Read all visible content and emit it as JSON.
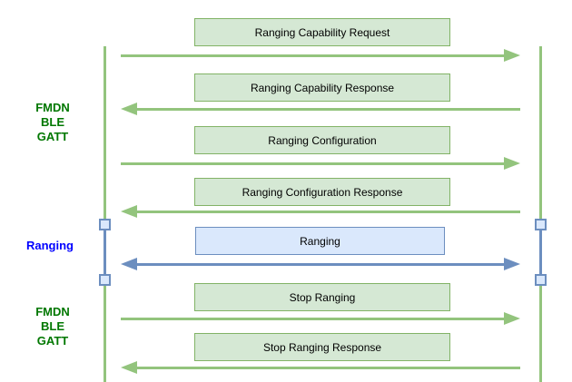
{
  "diagram": {
    "type": "sequence-diagram",
    "sections": [
      {
        "label": "FMDN\nBLE\nGATT",
        "color": "#007700"
      },
      {
        "label": "Ranging",
        "color": "#0000ff"
      },
      {
        "label": "FMDN\nBLE\nGATT",
        "color": "#007700"
      }
    ],
    "messages": [
      {
        "label": "Ranging Capability Request",
        "direction": "right",
        "style": "green"
      },
      {
        "label": "Ranging Capability Response",
        "direction": "left",
        "style": "green"
      },
      {
        "label": "Ranging Configuration",
        "direction": "right",
        "style": "green"
      },
      {
        "label": "Ranging Configuration Response",
        "direction": "left",
        "style": "green"
      },
      {
        "label": "Ranging",
        "direction": "both",
        "style": "blue"
      },
      {
        "label": "Stop Ranging",
        "direction": "right",
        "style": "green"
      },
      {
        "label": "Stop Ranging Response",
        "direction": "left",
        "style": "green"
      }
    ],
    "lifelines": {
      "count": 2,
      "segment_styles": [
        "green",
        "blue",
        "green"
      ]
    },
    "colors": {
      "green_box_fill": "#d5e8d4",
      "green_box_stroke": "#82b366",
      "green_line": "#93c47d",
      "blue_box_fill": "#dae8fc",
      "blue_stroke": "#6c8ebf",
      "label_green": "#007700",
      "label_blue": "#0000ff",
      "text": "#000000",
      "background": "#ffffff"
    }
  }
}
